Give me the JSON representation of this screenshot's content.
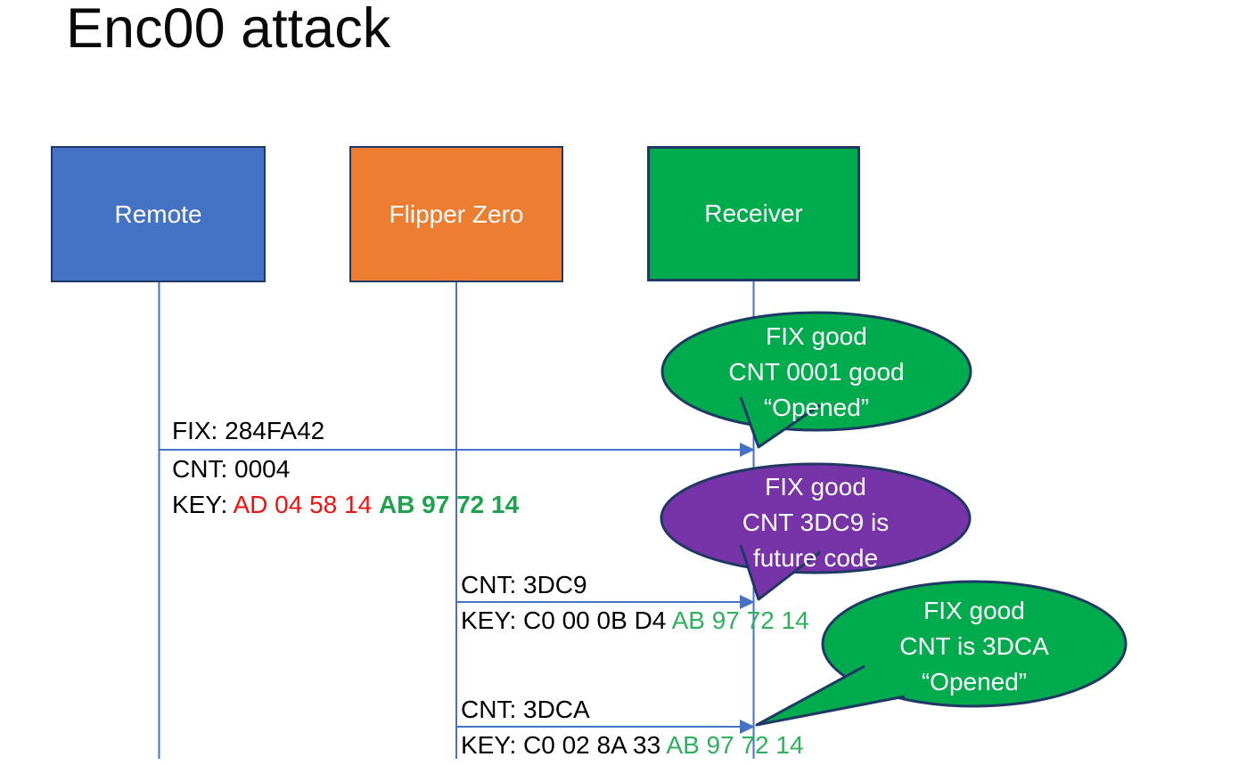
{
  "title": "Enc00 attack",
  "actors": [
    {
      "label": "Remote"
    },
    {
      "label": "Flipper Zero"
    },
    {
      "label": "Receiver"
    }
  ],
  "messages": [
    {
      "fix": "FIX: 284FA42",
      "cnt": "CNT: 0004",
      "key_black": "KEY: ",
      "key_red": "AD 04 58 14 ",
      "key_green": "AB 97 72 14"
    },
    {
      "cnt": "CNT: 3DC9",
      "key_black": "KEY: C0 00 0B D4 ",
      "key_green": "AB 97 72 14"
    },
    {
      "cnt": "CNT: 3DCA",
      "key_black": "KEY: C0 02 8A 33 ",
      "key_green": "AB 97 72 14"
    }
  ],
  "callouts": [
    {
      "line1": "FIX good",
      "line2": "CNT 0001 good",
      "line3": "“Opened”"
    },
    {
      "line1": "FIX good",
      "line2": "CNT 3DC9 is",
      "line3": "future code"
    },
    {
      "line1": "FIX good",
      "line2": "CNT is 3DCA",
      "line3": "“Opened”"
    }
  ],
  "colors": {
    "remote_fill": "#4472C4",
    "flipper_fill": "#ED7D31",
    "receiver_fill": "#00AB4E",
    "callout_green": "#00AB4E",
    "callout_purple": "#7733A8",
    "border_navy": "#1F3864",
    "line_blue": "#4472C4",
    "key_red": "#EE1111",
    "key_green": "#2EB05C",
    "key_green_bold": "#1EA24E",
    "text_white": "#FFFFFF",
    "text_black": "#000000"
  }
}
